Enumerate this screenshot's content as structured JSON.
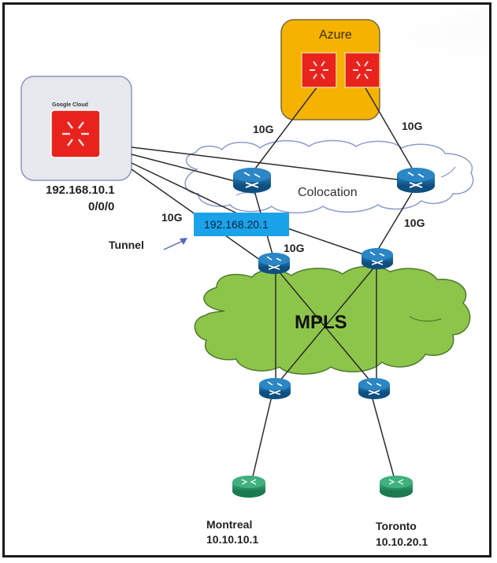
{
  "diagram": {
    "azure": {
      "label": "Azure",
      "color": "#f5b300"
    },
    "google_cloud": {
      "label": "Google Cloud",
      "ip": "192.168.10.1",
      "interface": "0/0/0"
    },
    "colocation": {
      "label": "Colocation"
    },
    "mpls": {
      "label": "MPLS",
      "color": "#8dc54a"
    },
    "tunnel": {
      "label": "Tunnel",
      "endpoint_ip": "192.168.20.1",
      "color": "#1aa3e8"
    },
    "links": {
      "azure_left": "10G",
      "azure_right": "10G",
      "gcp_tunnel": "10G",
      "colo_right_mpls": "10G",
      "colo_left_mpls": "10G"
    },
    "sites": [
      {
        "name": "Montreal",
        "ip": "10.10.10.1"
      },
      {
        "name": "Toronto",
        "ip": "10.10.20.1"
      }
    ],
    "colors": {
      "router_blue": "#1f6ea6",
      "router_green": "#2e9a6a",
      "cloud_node_red": "#e8231e"
    }
  }
}
